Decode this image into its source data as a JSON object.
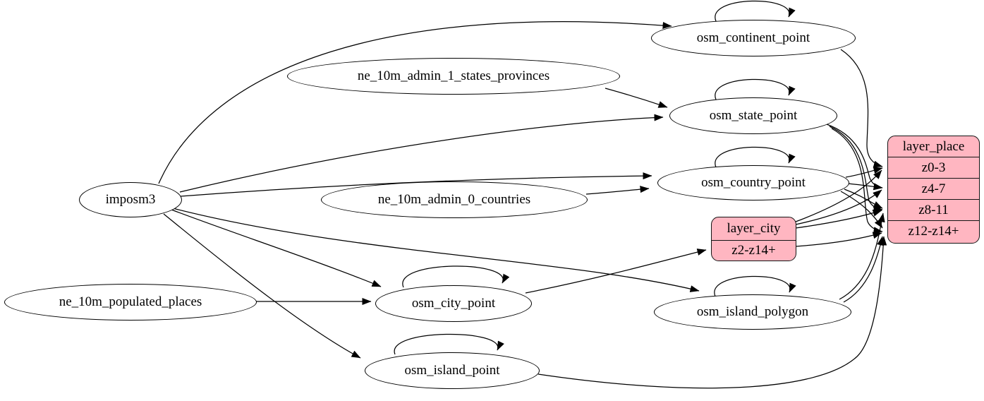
{
  "diagram": {
    "background_color": "#ffffff",
    "table_node_fill": "#ffffff",
    "layer_node_fill": "#ffb6c1",
    "stroke_color": "#000000",
    "nodes": {
      "imposm3": {
        "label": "imposm3",
        "shape": "ellipse"
      },
      "ne_10m_populated_places": {
        "label": "ne_10m_populated_places",
        "shape": "ellipse"
      },
      "ne_10m_admin_1_states_provinces": {
        "label": "ne_10m_admin_1_states_provinces",
        "shape": "ellipse"
      },
      "ne_10m_admin_0_countries": {
        "label": "ne_10m_admin_0_countries",
        "shape": "ellipse"
      },
      "osm_continent_point": {
        "label": "osm_continent_point",
        "shape": "ellipse"
      },
      "osm_state_point": {
        "label": "osm_state_point",
        "shape": "ellipse"
      },
      "osm_country_point": {
        "label": "osm_country_point",
        "shape": "ellipse"
      },
      "osm_city_point": {
        "label": "osm_city_point",
        "shape": "ellipse"
      },
      "osm_island_polygon": {
        "label": "osm_island_polygon",
        "shape": "ellipse"
      },
      "osm_island_point": {
        "label": "osm_island_point",
        "shape": "ellipse"
      }
    },
    "layers": {
      "layer_city": {
        "title": "layer_city",
        "rows": [
          "z2-z14+"
        ]
      },
      "layer_place": {
        "title": "layer_place",
        "rows": [
          "z0-3",
          "z4-7",
          "z8-11",
          "z12-z14+"
        ]
      }
    },
    "edges": [
      {
        "from": "imposm3",
        "to": "osm_continent_point"
      },
      {
        "from": "imposm3",
        "to": "osm_state_point"
      },
      {
        "from": "imposm3",
        "to": "osm_country_point"
      },
      {
        "from": "imposm3",
        "to": "osm_city_point"
      },
      {
        "from": "imposm3",
        "to": "osm_island_polygon"
      },
      {
        "from": "imposm3",
        "to": "osm_island_point"
      },
      {
        "from": "ne_10m_admin_1_states_provinces",
        "to": "osm_state_point"
      },
      {
        "from": "ne_10m_admin_0_countries",
        "to": "osm_country_point"
      },
      {
        "from": "ne_10m_populated_places",
        "to": "osm_city_point"
      },
      {
        "from": "osm_continent_point",
        "to": "osm_continent_point",
        "type": "self-loop"
      },
      {
        "from": "osm_state_point",
        "to": "osm_state_point",
        "type": "self-loop"
      },
      {
        "from": "osm_country_point",
        "to": "osm_country_point",
        "type": "self-loop"
      },
      {
        "from": "osm_city_point",
        "to": "osm_city_point",
        "type": "self-loop"
      },
      {
        "from": "osm_island_polygon",
        "to": "osm_island_polygon",
        "type": "self-loop"
      },
      {
        "from": "osm_island_point",
        "to": "osm_island_point",
        "type": "self-loop"
      },
      {
        "from": "osm_city_point",
        "to": "layer_city:z2-z14+"
      },
      {
        "from": "osm_continent_point",
        "to": "layer_place:z0-3"
      },
      {
        "from": "osm_country_point",
        "to": "layer_place:z0-3"
      },
      {
        "from": "osm_country_point",
        "to": "layer_place:z4-7"
      },
      {
        "from": "osm_country_point",
        "to": "layer_place:z8-11"
      },
      {
        "from": "osm_country_point",
        "to": "layer_place:z12-z14+"
      },
      {
        "from": "osm_state_point",
        "to": "layer_place:z4-7"
      },
      {
        "from": "osm_state_point",
        "to": "layer_place:z8-11"
      },
      {
        "from": "osm_state_point",
        "to": "layer_place:z12-z14+"
      },
      {
        "from": "layer_city",
        "to": "layer_place:z0-3"
      },
      {
        "from": "layer_city",
        "to": "layer_place:z4-7"
      },
      {
        "from": "layer_city",
        "to": "layer_place:z8-11"
      },
      {
        "from": "layer_city",
        "to": "layer_place:z12-z14+"
      },
      {
        "from": "osm_island_polygon",
        "to": "layer_place:z8-11"
      },
      {
        "from": "osm_island_polygon",
        "to": "layer_place:z12-z14+"
      },
      {
        "from": "osm_island_point",
        "to": "layer_place:z12-z14+"
      }
    ]
  }
}
